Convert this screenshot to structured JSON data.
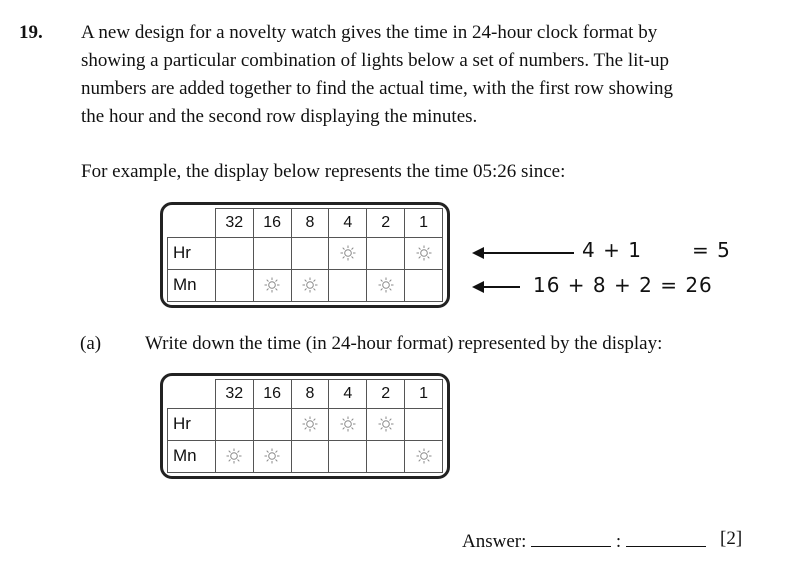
{
  "question": {
    "number": "19.",
    "intro_lines": [
      "A new design for a novelty watch gives the time in 24-hour clock format by",
      "showing a particular combination of lights below a set of numbers.  The lit-up",
      "numbers are added together to find the actual time, with the first row showing",
      "the hour and the second row displaying the minutes."
    ],
    "example_text": "For example, the display below represents the time 05:26 since:"
  },
  "display": {
    "columns": [
      "32",
      "16",
      "8",
      "4",
      "2",
      "1"
    ],
    "row_labels": [
      "Hr",
      "Mn"
    ]
  },
  "example_display": {
    "hr_lit": [
      false,
      false,
      false,
      true,
      false,
      true
    ],
    "mn_lit": [
      false,
      true,
      true,
      false,
      true,
      false
    ]
  },
  "sums": {
    "hour": "4 + 1",
    "hour_result": "= 5",
    "minute": "16 + 8 + 2 = 26"
  },
  "part_a": {
    "label": "(a)",
    "text": "Write down the time (in 24-hour format) represented by the display:",
    "display": {
      "hr_lit": [
        false,
        false,
        true,
        true,
        true,
        false
      ],
      "mn_lit": [
        true,
        true,
        false,
        false,
        false,
        true
      ]
    }
  },
  "answer": {
    "label": "Answer:",
    "separator": ":",
    "marks": "[2]"
  },
  "colors": {
    "sun": "#8a8a8a"
  }
}
